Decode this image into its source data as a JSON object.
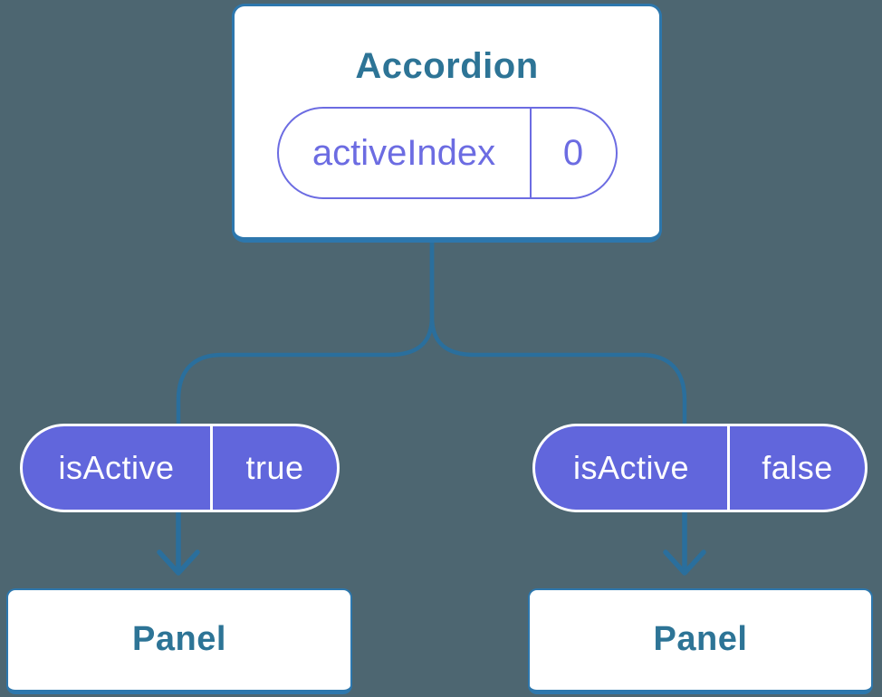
{
  "colors": {
    "background": "#4d6671",
    "node_border_blue": "#2d77ad",
    "node_text_blue": "#2d7496",
    "connector_blue": "#2a6f9d",
    "pill_fill_purple": "#6166dc",
    "pill_outline_purple": "#6c6ce2",
    "pill_text_white": "#ffffff"
  },
  "tree": {
    "root": {
      "title": "Accordion",
      "state_pill": {
        "name": "activeIndex",
        "value": "0"
      }
    },
    "children": [
      {
        "prop_pill": {
          "name": "isActive",
          "value": "true"
        },
        "node": {
          "title": "Panel"
        }
      },
      {
        "prop_pill": {
          "name": "isActive",
          "value": "false"
        },
        "node": {
          "title": "Panel"
        }
      }
    ]
  }
}
